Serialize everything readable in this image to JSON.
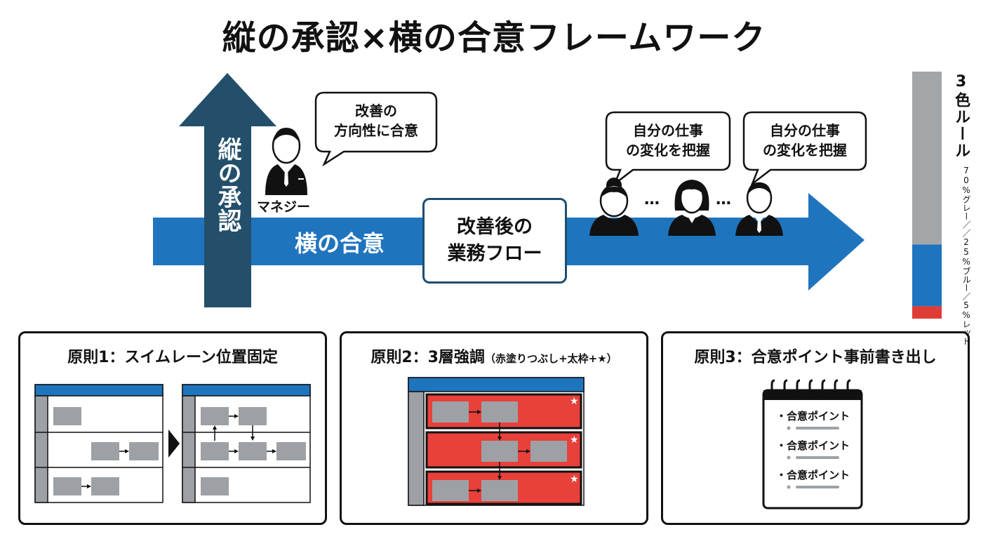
{
  "title": "縦の承認×横の合意フレームワーク",
  "vertical_label": "縦の承認",
  "horizontal_label": "横の合意",
  "manager": {
    "label": "マネジー",
    "bubble": [
      "改善の",
      "方向性に合意"
    ]
  },
  "flow_box": [
    "改善後の",
    "業務フロー"
  ],
  "member_bubbles": [
    [
      "自分の仕事",
      "の変化を把握"
    ],
    [
      "自分の仕事",
      "の変化を把握"
    ]
  ],
  "ellipsis": "…",
  "color_rule": {
    "title": "3色ルール",
    "detail": "70%グレー／／25%ブルー／5%レッド",
    "segments": [
      {
        "color": "#a3a6a9",
        "share": 0.7
      },
      {
        "color": "#1e74bf",
        "share": 0.25
      },
      {
        "color": "#e03c36",
        "share": 0.05
      }
    ]
  },
  "colors": {
    "arrow_blue": "#1f74be",
    "arrow_navy": "#234f6b",
    "box_gray": "#9da1a5",
    "lane_blue": "#1f74be",
    "highlight_red": "#e8403b"
  },
  "panels": [
    {
      "title": "原則1：スイムレーン位置固定",
      "subtitle": ""
    },
    {
      "title": "原則2：3層強調",
      "subtitle": "（赤塗りつぶし+太枠+★）"
    },
    {
      "title": "原則3：合意ポイント事前書き出し",
      "subtitle": ""
    }
  ],
  "notepad_items": [
    "・合意ポイント",
    "・合意ポイント",
    "・合意ポイント"
  ],
  "star": "★"
}
